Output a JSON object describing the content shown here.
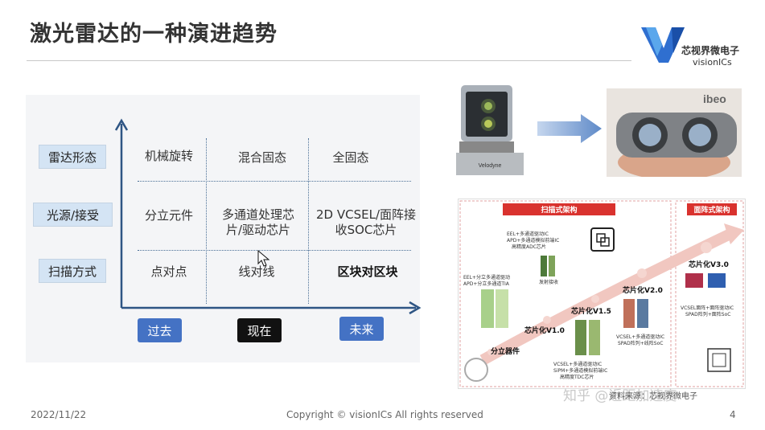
{
  "title": "激光雷达的一种演进趋势",
  "logo": {
    "name_cn": "芯视界微电子",
    "name_en": "visionICs"
  },
  "matrix": {
    "rows": [
      {
        "label": "雷达形态",
        "cells": [
          "机械旋转",
          "混合固态",
          "全固态"
        ]
      },
      {
        "label": "光源/接受",
        "cells": [
          "分立元件",
          "多通道处理芯片/驱动芯片",
          "2D VCSEL/面阵接收SOC芯片"
        ]
      },
      {
        "label": "扫描方式",
        "cells": [
          "点对点",
          "线对线",
          "区块对区块"
        ]
      }
    ],
    "timeline": [
      "过去",
      "现在",
      "未来"
    ]
  },
  "photo": {
    "brand_text": "Velodyne",
    "bg_text": "ibeo"
  },
  "diagram": {
    "scan_title": "扫描式架构",
    "array_title": "面阵式架构",
    "stages": [
      {
        "name": "分立器件"
      },
      {
        "name": "芯片化V1.0"
      },
      {
        "name": "芯片化V1.5"
      },
      {
        "name": "芯片化V2.0"
      },
      {
        "name": "芯片化V3.0"
      }
    ],
    "notes": {
      "n1": "EEL+多通道驱动IC",
      "n2": "APD+多通道模拟前端IC",
      "n3": "高精度ADC芯片",
      "n4": "EEL+分立多通道驱动",
      "n5": "APD+分立多通道TIA",
      "n6": "VCSEL+多通道驱动IC",
      "n7": "SiPM+多通道模拟前端IC",
      "n8": "高精度TDC芯片",
      "n9": "VCSEL+多通道驱动IC",
      "n10": "SPAD阵列+线阵SoC",
      "n11": "VCSEL面阵+面阵驱动IC",
      "n12": "SPAD阵列+面阵SoC",
      "tx": "发射",
      "rx": "接收"
    },
    "source": "资料来源：芯视界微电子"
  },
  "watermark": "知乎 @近距加速度",
  "footer": {
    "date": "2022/11/22",
    "copyright": "Copyright © visionICs All rights reserved",
    "page": "4"
  },
  "colors": {
    "accent": "#4472c4",
    "axis": "#2e5584",
    "label_bg": "#d4e4f4",
    "diagram_red": "#d9322e"
  }
}
